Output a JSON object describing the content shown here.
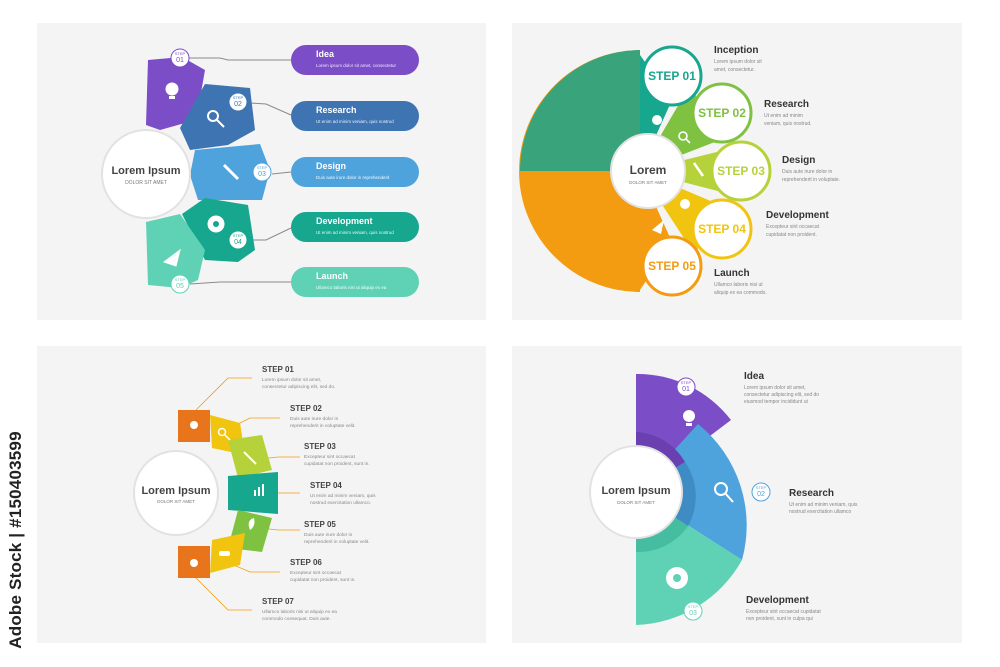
{
  "watermark": "Adobe Stock | #150403599",
  "colors": {
    "purple": "#7b4dc6",
    "blue_dark": "#3f74b3",
    "blue": "#4fa3dc",
    "teal": "#17a68e",
    "mint": "#5fd2b6",
    "green": "#7fc241",
    "lime": "#b6d23a",
    "yellow": "#f1c40f",
    "orange": "#f39c12",
    "orange_dark": "#e8741c",
    "panel_bg": "#f4f4f4"
  },
  "panel1": {
    "center_title": "Lorem Ipsum",
    "center_sub": "DOLOR SIT AMET",
    "step_label": "STEP",
    "steps": [
      {
        "num": "01",
        "icon": "lightbulb-icon",
        "title": "Idea",
        "desc": "Lorem ipsum dolor sit amet, consectetur"
      },
      {
        "num": "02",
        "icon": "magnifier-icon",
        "title": "Research",
        "desc": "Ut enim ad minim veniam, quis nostrud"
      },
      {
        "num": "03",
        "icon": "pencil-icon",
        "title": "Design",
        "desc": "Duis aute irure dolor in reprehenderit"
      },
      {
        "num": "04",
        "icon": "gear-icon",
        "title": "Development",
        "desc": "Ut enim ad minim veniam, quis nostrud"
      },
      {
        "num": "05",
        "icon": "rocket-icon",
        "title": "Launch",
        "desc": "Ullamco laboris nisi ut aliquip ex ea"
      }
    ]
  },
  "panel2": {
    "center_title": "Lorem",
    "center_sub": "DOLOR SIT AMET",
    "steps": [
      {
        "label": "STEP 01",
        "title": "Inception",
        "desc1": "Lorem ipsum dolor sit",
        "desc2": "amet, consectetur."
      },
      {
        "label": "STEP 02",
        "title": "Research",
        "desc1": "Ut enim ad minim",
        "desc2": "veniam, quis nostrud."
      },
      {
        "label": "STEP 03",
        "title": "Design",
        "desc1": "Duis aute irure dolor in",
        "desc2": "reprehenderit in voluptate."
      },
      {
        "label": "STEP 04",
        "title": "Development",
        "desc1": "Excepteur sint occaecat",
        "desc2": "cupidatat non proident."
      },
      {
        "label": "STEP 05",
        "title": "Launch",
        "desc1": "Ullamco laboris nisi ut",
        "desc2": "aliquip ex ea commodo."
      }
    ]
  },
  "panel3": {
    "center_title": "Lorem Ipsum",
    "center_sub": "DOLOR SIT AMET",
    "steps": [
      {
        "label": "STEP 01",
        "desc1": "Lorem ipsum dolor sit amet,",
        "desc2": "consectetur adipiscing elit, sed do."
      },
      {
        "label": "STEP 02",
        "desc1": "Duis aute irure dolor in",
        "desc2": "reprehenderit in voluptate velit."
      },
      {
        "label": "STEP 03",
        "desc1": "Excepteur sint occaecat",
        "desc2": "cupidatat non proident, sunt in."
      },
      {
        "label": "STEP 04",
        "desc1": "Ut enim ad minim veniam, quis",
        "desc2": "nostrud exercitation ullamco."
      },
      {
        "label": "STEP 05",
        "desc1": "Duis aute irure dolor in",
        "desc2": "reprehenderit in voluptate velit."
      },
      {
        "label": "STEP 06",
        "desc1": "Excepteur sint occaecat",
        "desc2": "cupidatat non proident, sunt in."
      },
      {
        "label": "STEP 07",
        "desc1": "Ullamco laboris nisi ut aliquip ex ea",
        "desc2": "commodo consequat. Duis aute."
      }
    ]
  },
  "panel4": {
    "center_title": "Lorem Ipsum",
    "center_sub": "DOLOR SIT AMET",
    "step_label": "STEP",
    "steps": [
      {
        "num": "01",
        "title": "Idea",
        "desc1": "Lorem ipsum dolor sit amet,",
        "desc2": "consectetur adipiscing elit, sed do",
        "desc3": "eiusmod tempor incididunt ut"
      },
      {
        "num": "02",
        "title": "Research",
        "desc1": "Ut enim ad minim veniam, quis",
        "desc2": "nostrud exercitation ullamco",
        "desc3": ""
      },
      {
        "num": "03",
        "title": "Development",
        "desc1": "Excepteur sint occaecat cupidatat",
        "desc2": "non proident, sunt in culpa qui",
        "desc3": ""
      }
    ]
  }
}
